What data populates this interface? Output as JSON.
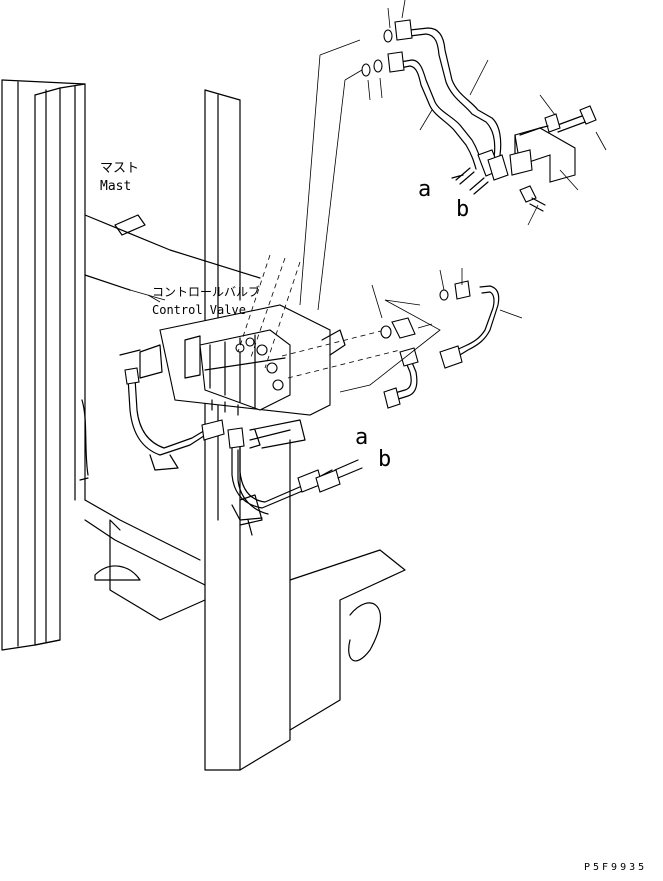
{
  "labels": {
    "mast_jp": "マスト",
    "mast_en": "Mast",
    "control_valve_jp": "コントロールバルブ",
    "control_valve_en": "Control Valve",
    "callout_a_upper": "a",
    "callout_b_upper": "b",
    "callout_a_lower": "a",
    "callout_b_lower": "b",
    "drawing_code": "P5F9935"
  }
}
